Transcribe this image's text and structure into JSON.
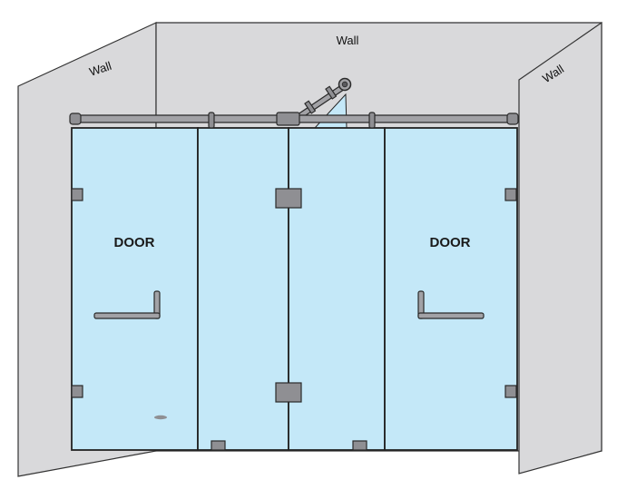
{
  "labels": {
    "wall_back": "Wall",
    "wall_left": "Wall",
    "wall_right": "Wall",
    "door_left": "DOOR",
    "door_right": "DOOR"
  }
}
